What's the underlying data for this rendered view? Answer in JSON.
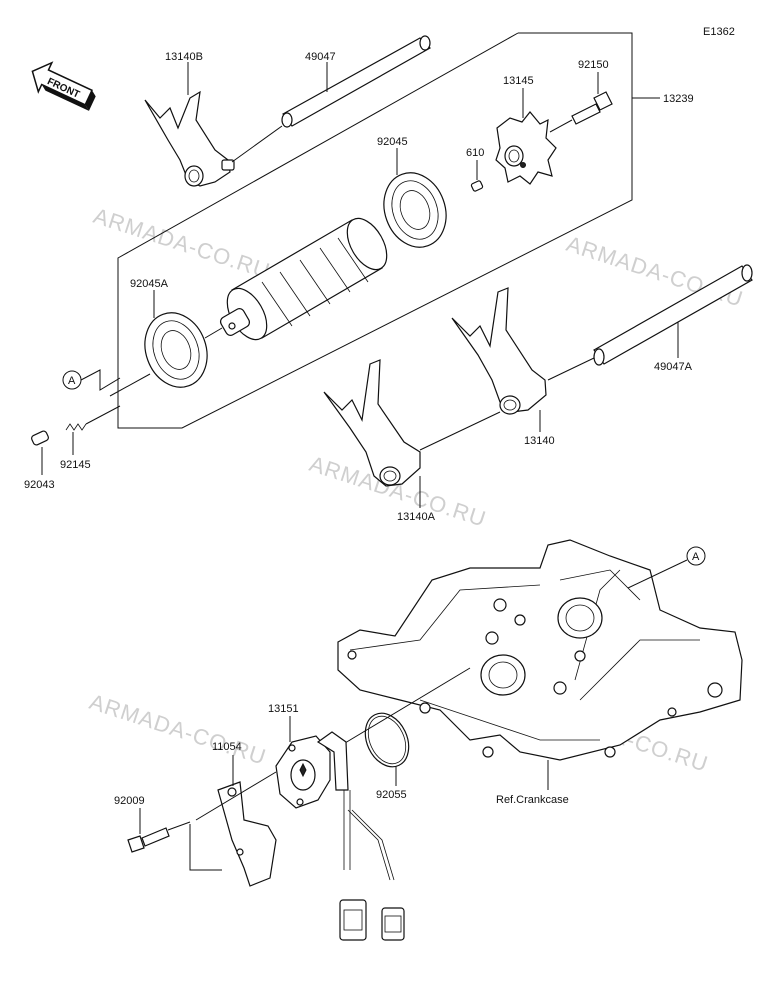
{
  "diagram_id": "E1362",
  "front_label": "FRONT",
  "callout_letter": "A",
  "ref_label": "Ref.Crankcase",
  "watermark": "ARMADA-CO.RU",
  "parts": {
    "p13140B": "13140B",
    "p49047": "49047",
    "p13145": "13145",
    "p92150": "92150",
    "p13239": "13239",
    "p92045": "92045",
    "p610": "610",
    "p92045A": "92045A",
    "p49047A": "49047A",
    "p13140": "13140",
    "p13140A": "13140A",
    "p92145": "92145",
    "p92043": "92043",
    "p13151": "13151",
    "p11054": "11054",
    "p92055": "92055",
    "p92009": "92009"
  }
}
